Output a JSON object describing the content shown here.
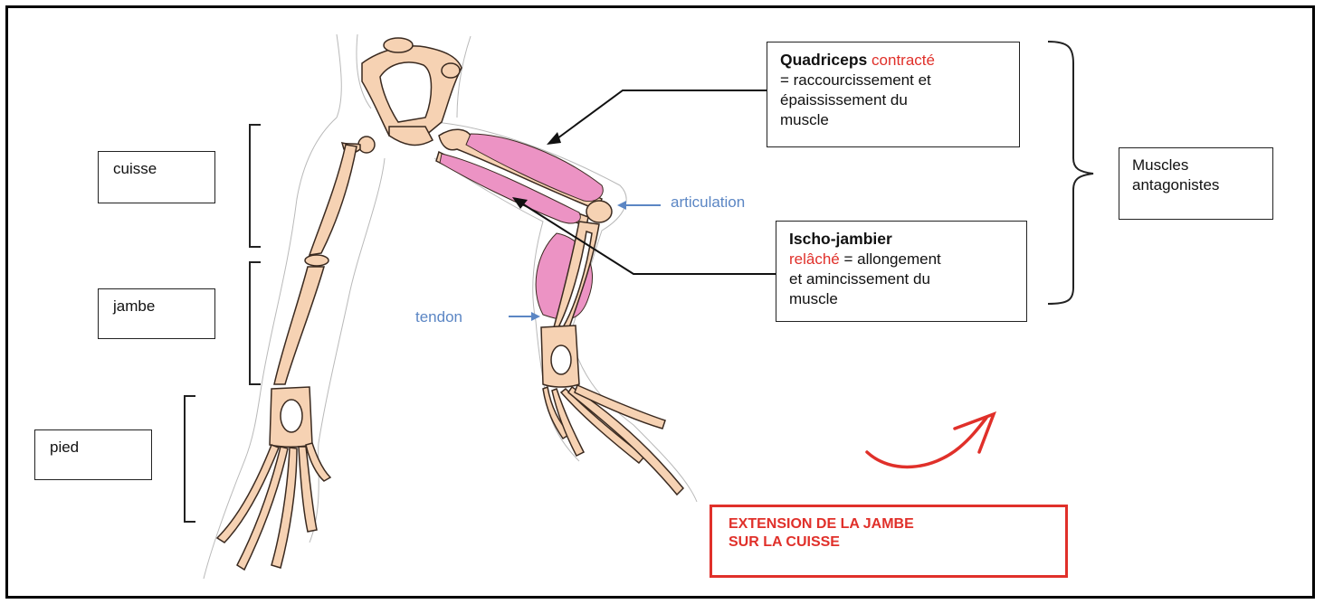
{
  "segments": {
    "cuisse": "cuisse",
    "jambe": "jambe",
    "pied": "pied"
  },
  "quadriceps": {
    "name": "Quadriceps",
    "state": "contracté",
    "desc_1": "= raccourcissement et",
    "desc_2": "épaississement du",
    "desc_3": "muscle"
  },
  "ischio": {
    "name": "Ischo-jambier",
    "state": "relâché",
    "desc_1": " = allongement",
    "desc_2": "et amincissement du",
    "desc_3": "muscle"
  },
  "group": {
    "line_1": "Muscles",
    "line_2": "antagonistes"
  },
  "labels": {
    "articulation": "articulation",
    "tendon": "tendon"
  },
  "movement": {
    "line_1": "EXTENSION DE LA JAMBE",
    "line_2": "SUR LA CUISSE"
  },
  "colors": {
    "bone": "#f6d2b3",
    "bone_outline": "#3a2a20",
    "muscle": "#ec93c4",
    "pointer_blue": "#5b86c4",
    "accent_red": "#e0302a"
  }
}
